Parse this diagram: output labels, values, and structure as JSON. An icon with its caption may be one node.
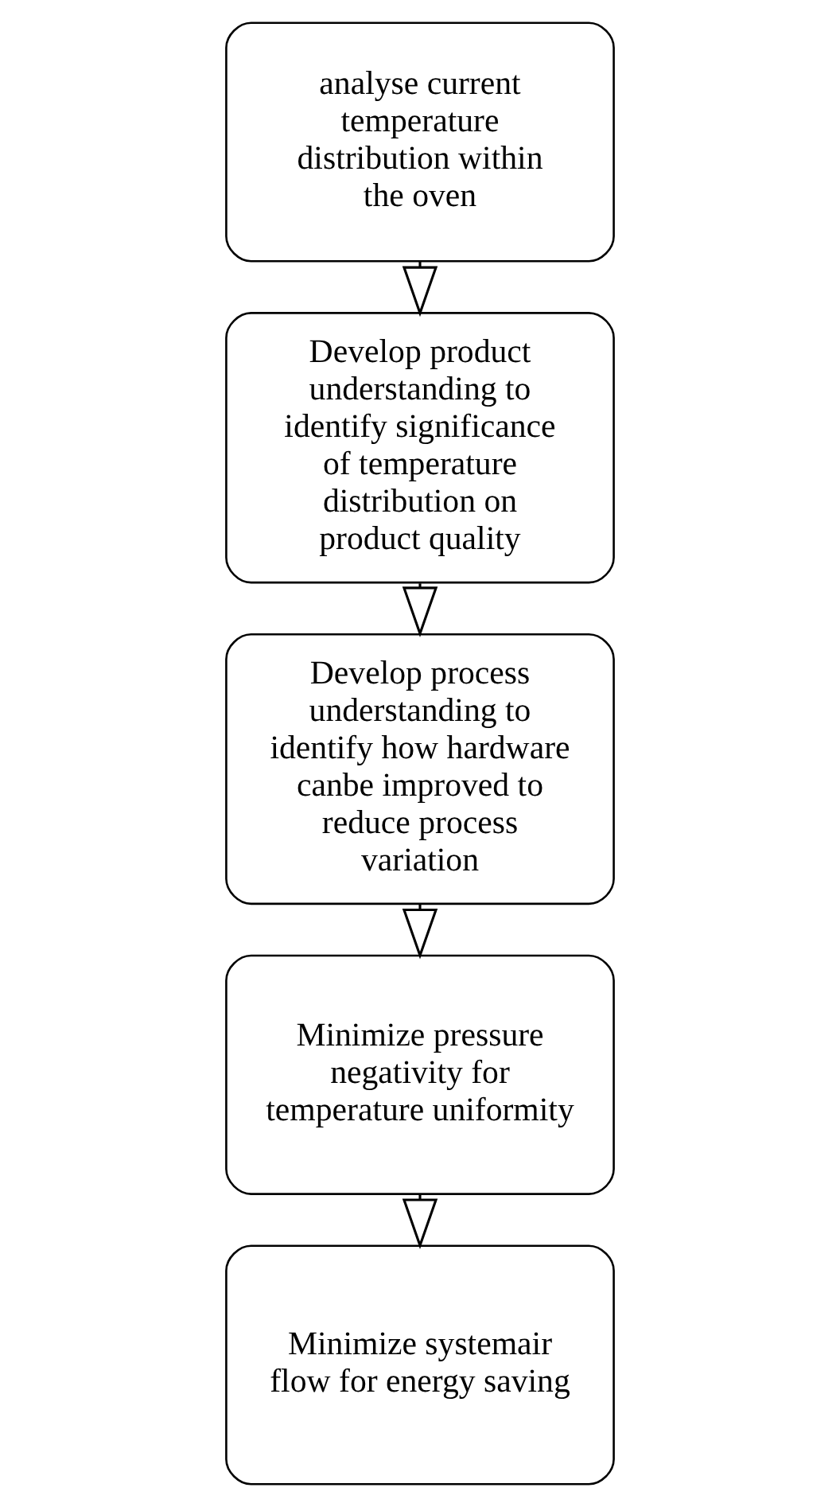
{
  "diagram": {
    "nodes": [
      {
        "text": [
          "analyse current temperature distribution within the oven"
        ]
      },
      {
        "text": [
          "Develop product understanding to identify significance of temperature distribution on product quality"
        ]
      },
      {
        "text": [
          "Develop process understanding to identify how hardware canbe improved to reduce process variation"
        ]
      },
      {
        "text": [
          "Minimize pressure negativity for temperature uniformity"
        ]
      },
      {
        "text": [
          "Minimize systemair flow for energy saving"
        ]
      }
    ],
    "edges": [
      {
        "from": 0,
        "to": 1,
        "arrow": "to"
      },
      {
        "from": 1,
        "to": 2,
        "arrow": "to"
      },
      {
        "from": 2,
        "to": 3,
        "arrow": "to"
      },
      {
        "from": 3,
        "to": 4,
        "arrow": "to"
      }
    ]
  }
}
